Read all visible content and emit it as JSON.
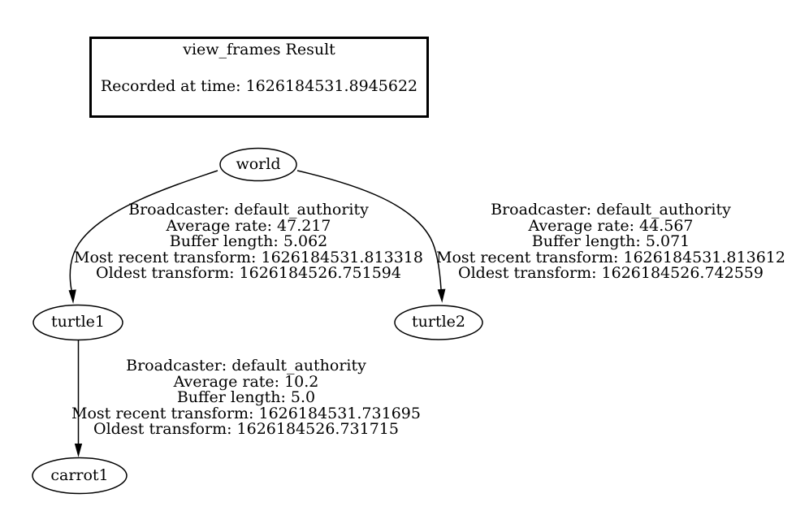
{
  "diagram": {
    "title_box": {
      "title": "view_frames Result",
      "recorded_at": "Recorded at time: 1626184531.8945622"
    },
    "nodes": {
      "world": "world",
      "turtle1": "turtle1",
      "turtle2": "turtle2",
      "carrot1": "carrot1"
    },
    "edges": [
      {
        "from": "world",
        "to": "turtle1",
        "lines": [
          "Broadcaster: default_authority",
          "Average rate: 47.217",
          "Buffer length: 5.062",
          "Most recent transform: 1626184531.813318",
          "Oldest transform: 1626184526.751594"
        ]
      },
      {
        "from": "world",
        "to": "turtle2",
        "lines": [
          "Broadcaster: default_authority",
          "Average rate: 44.567",
          "Buffer length: 5.071",
          "Most recent transform: 1626184531.813612",
          "Oldest transform: 1626184526.742559"
        ]
      },
      {
        "from": "turtle1",
        "to": "carrot1",
        "lines": [
          "Broadcaster: default_authority",
          "Average rate: 10.2",
          "Buffer length: 5.0",
          "Most recent transform: 1626184531.731695",
          "Oldest transform: 1626184526.731715"
        ]
      }
    ],
    "colors": {
      "background": "#ffffff",
      "stroke": "#000000",
      "text": "#000000"
    }
  }
}
